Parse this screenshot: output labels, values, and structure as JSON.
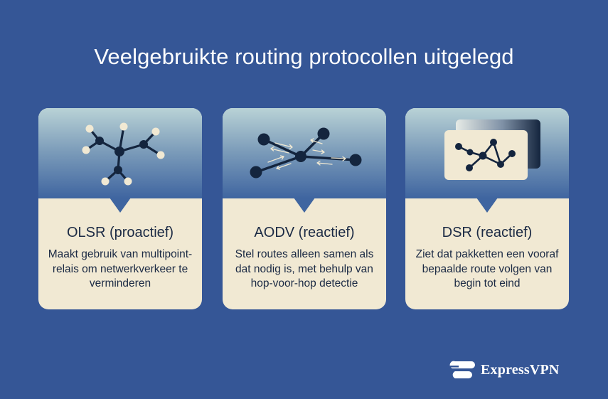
{
  "title": "Veelgebruikte routing protocollen uitgelegd",
  "cards": [
    {
      "title": "OLSR (proactief)",
      "text": "Maakt gebruik van multipoint-relais om netwerkverkeer te verminderen",
      "illustration": "network-star-icon"
    },
    {
      "title": "AODV (reactief)",
      "text": "Stel routes alleen samen als dat nodig is, met behulp van hop-voor-hop detectie",
      "illustration": "route-discovery-icon"
    },
    {
      "title": "DSR (reactief)",
      "text": "Ziet dat pakketten een vooraf bepaalde route volgen van begin tot eind",
      "illustration": "source-route-icon"
    }
  ],
  "logo": {
    "text": "ExpressVPN",
    "icon": "expressvpn-logo-icon"
  },
  "colors": {
    "background": "#355696",
    "card": "#f1e9d3",
    "card_header_bottom": "#3f65a0",
    "node_dark": "#14253e",
    "node_light": "#f1e9d3"
  }
}
